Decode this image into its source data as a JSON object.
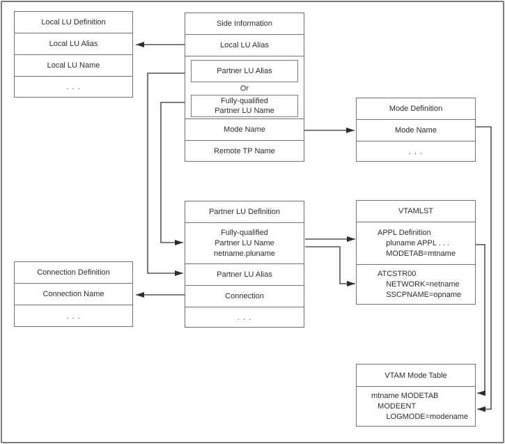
{
  "diagram": {
    "colors": {
      "background": "#ffffff",
      "box_border": "#707070",
      "connector_line": "#2d2d2d",
      "text": "#2b2b2b",
      "outer_frame": "#7b7b7b"
    },
    "boxes": {
      "local_lu_definition": {
        "title": "Local LU Definition",
        "rows": [
          "Local LU Alias",
          "Local LU Name",
          ". . ."
        ]
      },
      "side_information": {
        "title": "Side Information",
        "local_lu_alias": "Local LU Alias",
        "partner_lu_alias": "Partner LU Alias",
        "or_label": "Or",
        "fully_qualified": "Fully-qualified\nPartner LU Name",
        "mode_name": "Mode Name",
        "remote_tp_name": "Remote TP Name"
      },
      "mode_definition": {
        "title": "Mode Definition",
        "rows": [
          "Mode Name",
          ". . ."
        ]
      },
      "partner_lu_definition": {
        "title": "Partner LU Definition",
        "fully_qualified": "Fully-qualified\nPartner LU Name\nnetname.pluname",
        "partner_lu_alias": "Partner LU Alias",
        "connection": "Connection",
        "ellipsis": ". . ."
      },
      "vtamlst": {
        "title": "VTAMLST",
        "appl_section": "APPL Definition\n    pluname APPL . . .\n    MODETAB=mtname",
        "atcstr_section": "ATCSTR00\n    NETWORK=netname\n    SSCPNAME=opname"
      },
      "connection_definition": {
        "title": "Connection Definition",
        "rows": [
          "Connection Name",
          ". . ."
        ]
      },
      "vtam_mode_table": {
        "title": "VTAM Mode Table",
        "body": "mtname MODETAB\n   MODEENT\n       LOGMODE=modename"
      }
    }
  }
}
